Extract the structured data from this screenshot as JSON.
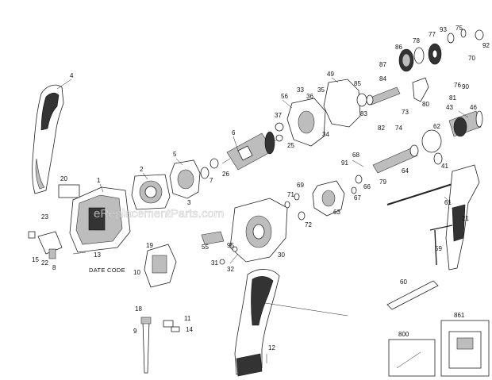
{
  "watermark": "eReplacementParts.com",
  "labels": {
    "date_code": "DATE CODE"
  },
  "callouts": [
    "1",
    "2",
    "3",
    "4",
    "5",
    "6",
    "7",
    "8",
    "9",
    "10",
    "11",
    "12",
    "13",
    "14",
    "15",
    "18",
    "19",
    "20",
    "21",
    "22",
    "23",
    "25",
    "26",
    "30",
    "31",
    "32",
    "33",
    "34",
    "35",
    "36",
    "37",
    "41",
    "43",
    "46",
    "49",
    "55",
    "56",
    "59",
    "60",
    "61",
    "62",
    "63",
    "64",
    "66",
    "67",
    "68",
    "69",
    "70",
    "71",
    "72",
    "73",
    "74",
    "75",
    "76",
    "77",
    "78",
    "79",
    "80",
    "81",
    "82",
    "83",
    "84",
    "85",
    "86",
    "87",
    "90",
    "91",
    "92",
    "93",
    "95",
    "800",
    "861"
  ]
}
